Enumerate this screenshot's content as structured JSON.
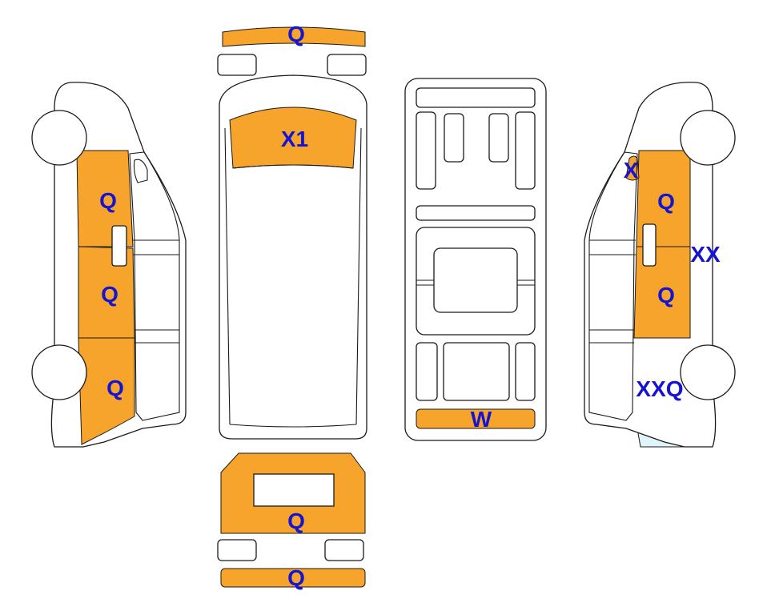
{
  "colors": {
    "damage_orange": "#f7a42c",
    "damage_blue": "#dff4fb",
    "label_blue": "#1414d2",
    "outline": "#1a1a1a"
  },
  "labels": {
    "front_bumper": "Q",
    "hood": "X1",
    "left_front_door": "Q",
    "left_middle_panel": "Q",
    "left_rear_panel": "Q",
    "cargo_floor_rear": "W",
    "right_pillar": "X",
    "right_front_door": "Q",
    "right_cab_side": "XX",
    "right_middle_panel": "Q",
    "right_rear_panel": "XXQ",
    "rear_doors": "Q",
    "rear_bumper": "Q"
  }
}
